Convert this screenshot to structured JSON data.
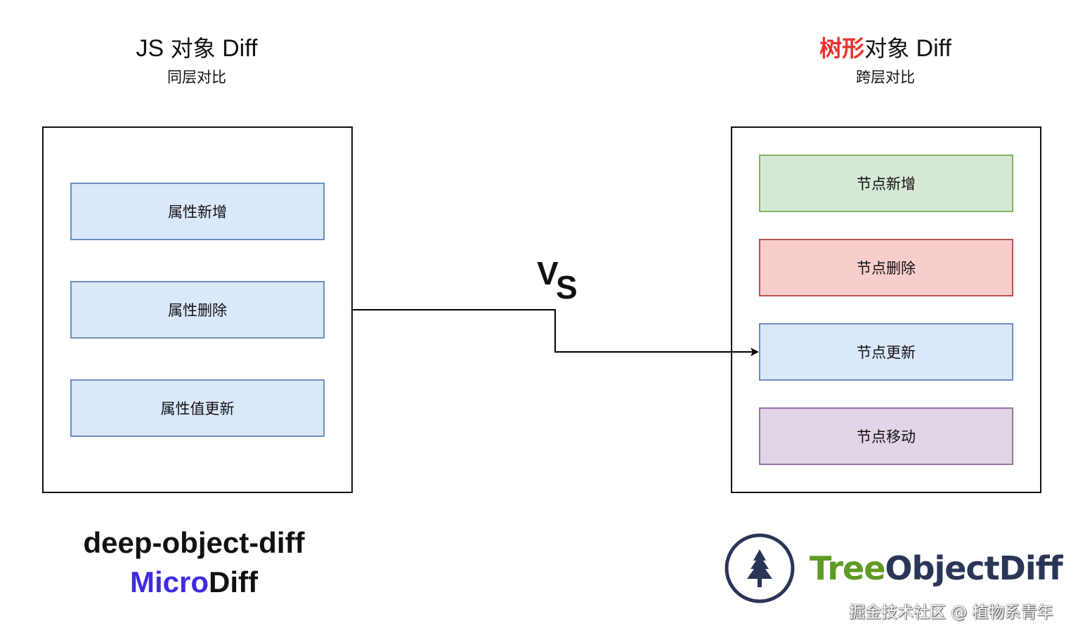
{
  "left": {
    "title_prefix": "JS ",
    "title_cjk": "对象",
    "title_suffix": " Diff",
    "subtitle": "同层对比",
    "items": [
      "属性新增",
      "属性删除",
      "属性值更新"
    ],
    "libs": {
      "line1": "deep-object-diff",
      "line2_accent": "Micro",
      "line2_rest": "Diff"
    }
  },
  "right": {
    "title_highlight": "树形",
    "title_cjk": "对象",
    "title_suffix": " Diff",
    "subtitle": "跨层对比",
    "items": [
      "节点新增",
      "节点删除",
      "节点更新",
      "节点移动"
    ],
    "brand": {
      "tree": "Tree",
      "rest": "ObjectDiff",
      "logo_icon": "tree-icon"
    }
  },
  "vs": {
    "v": "V",
    "s": "S"
  },
  "watermark": "掘金技术社区 @ 植物系青年",
  "colors": {
    "highlight": "#e8322e",
    "micro_accent": "#3f2be0",
    "brand_green": "#5f9a22",
    "brand_navy": "#2a3557",
    "blue_fill": "#dae8fc",
    "green_fill": "#d5e8d4",
    "red_fill": "#f8cecc",
    "purple_fill": "#e1d5e7"
  }
}
